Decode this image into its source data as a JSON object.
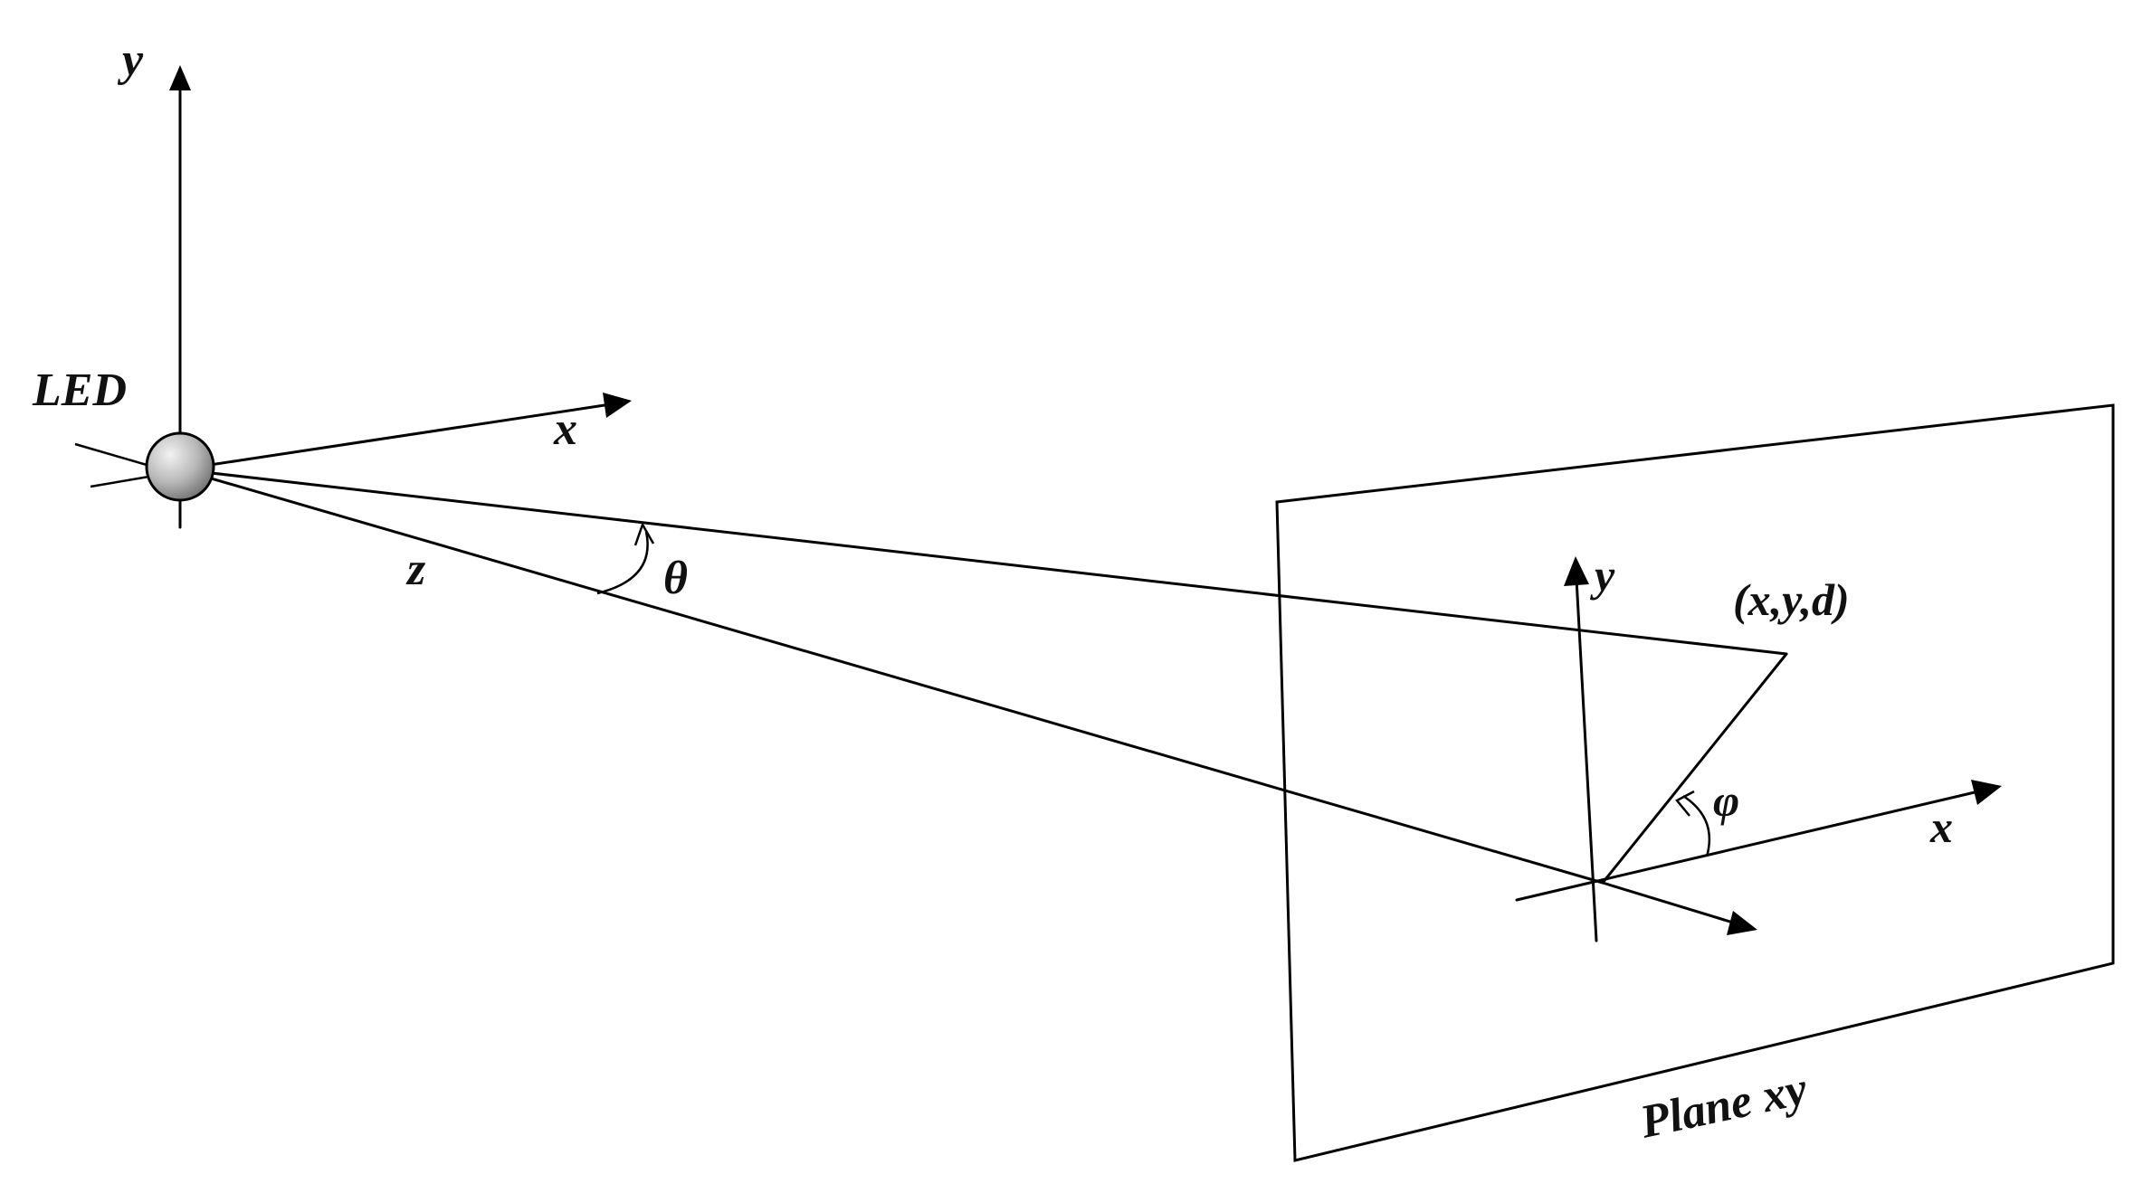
{
  "labels": {
    "source": "LED",
    "source_axis_y": "y",
    "source_axis_x": "x",
    "source_axis_z": "z",
    "polar_angle": "θ",
    "point": "(x,y,d)",
    "plane_axis_y": "y",
    "plane_axis_x": "x",
    "azimuth_angle": "φ",
    "plane": "Plane xy"
  },
  "colors": {
    "line": "#000000",
    "led_highlight": "#f2f2f2",
    "led_mid": "#b8b8b8",
    "led_shadow": "#6e6e6e"
  }
}
